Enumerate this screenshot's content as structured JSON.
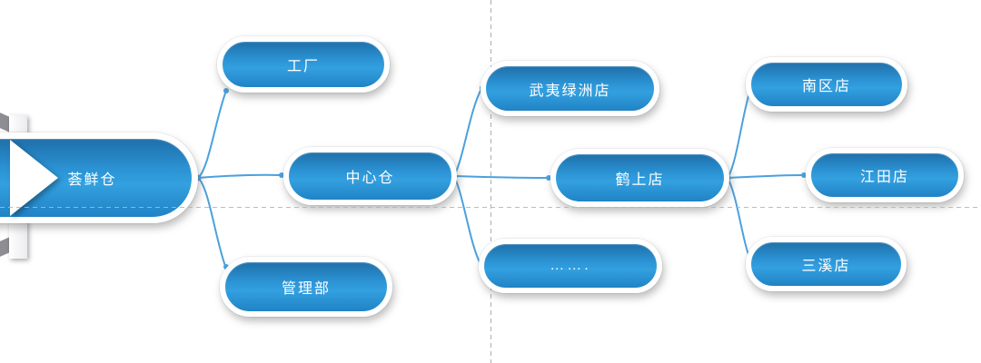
{
  "diagram": {
    "title": "distribution-network-mindmap",
    "nodes": {
      "root": "荟鲜仓",
      "factory": "工厂",
      "central_warehouse": "中心仓",
      "admin_dept": "管理部",
      "wuyi_lvzhou": "武夷绿洲店",
      "heshang": "鹤上店",
      "more": "…….",
      "nanqu": "南区店",
      "jiangtian": "江田店",
      "sanxi": "三溪店"
    },
    "edges": [
      [
        "荟鲜仓",
        "工厂"
      ],
      [
        "荟鲜仓",
        "中心仓"
      ],
      [
        "荟鲜仓",
        "管理部"
      ],
      [
        "中心仓",
        "武夷绿洲店"
      ],
      [
        "中心仓",
        "鹤上店"
      ],
      [
        "中心仓",
        "……."
      ],
      [
        "鹤上店",
        "南区店"
      ],
      [
        "鹤上店",
        "江田店"
      ],
      [
        "鹤上店",
        "三溪店"
      ]
    ],
    "icons": {
      "root_marker": "arrow-right-icon"
    },
    "colors": {
      "node_fill_top": "#1e6fa9",
      "node_fill_main": "#2e97d8",
      "node_fill_bottom": "#2083c5",
      "node_ring": "#ffffff",
      "node_text": "#ffffff",
      "connector": "#4ba1de",
      "guide_line": "#b0b0b0",
      "ribbon_fold": "#8d8d93",
      "background": "#ffffff"
    }
  }
}
